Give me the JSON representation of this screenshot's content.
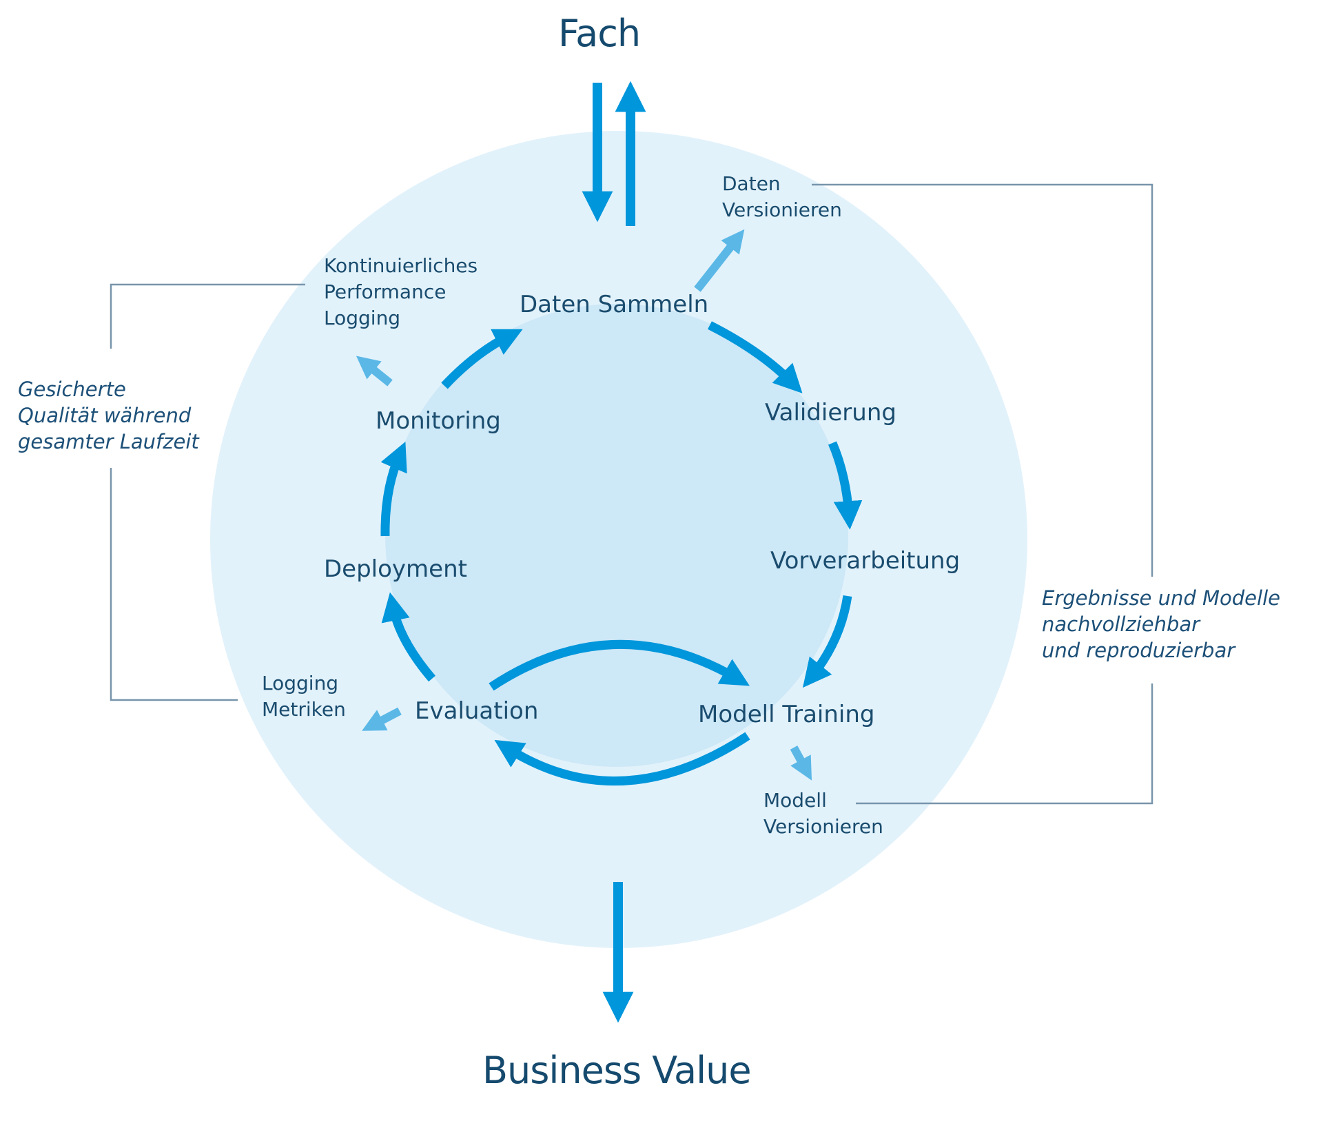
{
  "top_label": "Fach",
  "bottom_label": "Business Value",
  "stages": [
    {
      "id": "daten-sammeln",
      "label": "Daten Sammeln"
    },
    {
      "id": "validierung",
      "label": "Validierung"
    },
    {
      "id": "vorverarbeitung",
      "label": "Vorverarbeitung"
    },
    {
      "id": "modell-training",
      "label": "Modell Training"
    },
    {
      "id": "evaluation",
      "label": "Evaluation"
    },
    {
      "id": "deployment",
      "label": "Deployment"
    },
    {
      "id": "monitoring",
      "label": "Monitoring"
    }
  ],
  "side_outputs": {
    "daten_versionieren": [
      "Daten",
      "Versionieren"
    ],
    "modell_versionieren": [
      "Modell",
      "Versionieren"
    ],
    "logging_metriken": [
      "Logging",
      "Metriken"
    ],
    "performance_logging": [
      "Kontinuierliches",
      "Performance",
      "Logging"
    ]
  },
  "notes": {
    "left": [
      "Gesicherte",
      "Qualität während",
      "gesamter Laufzeit"
    ],
    "right": [
      "Ergebnisse und Modelle",
      "nachvollziehbar",
      "und reproduzierbar"
    ]
  },
  "colors": {
    "arrow": "#0096db",
    "light_arrow": "#5bb8e6",
    "outer_circle": "#e2f2fb",
    "inner_circle": "#cde8f7",
    "text": "#154a6e",
    "bracket": "#7895ab"
  }
}
